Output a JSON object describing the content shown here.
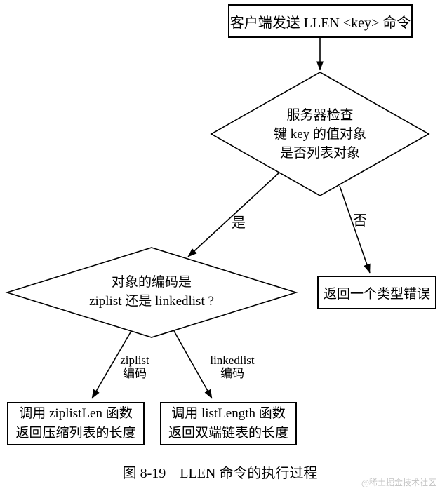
{
  "nodes": {
    "start": {
      "label": "客户端发送 LLEN <key> 命令"
    },
    "check_list": {
      "lines": [
        "服务器检查",
        "键 key 的值对象",
        "是否列表对象"
      ]
    },
    "check_encoding": {
      "lines": [
        "对象的编码是",
        "ziplist 还是 linkedlist ?"
      ]
    },
    "type_error": {
      "label": "返回一个类型错误"
    },
    "ziplist_result": {
      "lines": [
        "调用 ziplistLen 函数",
        "返回压缩列表的长度"
      ]
    },
    "linkedlist_result": {
      "lines": [
        "调用 listLength 函数",
        "返回双端链表的长度"
      ]
    }
  },
  "edge_labels": {
    "yes": "是",
    "no": "否",
    "ziplist": {
      "lines": [
        "ziplist",
        "编码"
      ]
    },
    "linkedlist": {
      "lines": [
        "linkedlist",
        "编码"
      ]
    }
  },
  "caption": "图 8-19　LLEN 命令的执行过程",
  "watermark": "@稀土掘金技术社区",
  "colors": {
    "line": "#000000",
    "background": "#ffffff",
    "watermark": "#c2c2c2"
  }
}
